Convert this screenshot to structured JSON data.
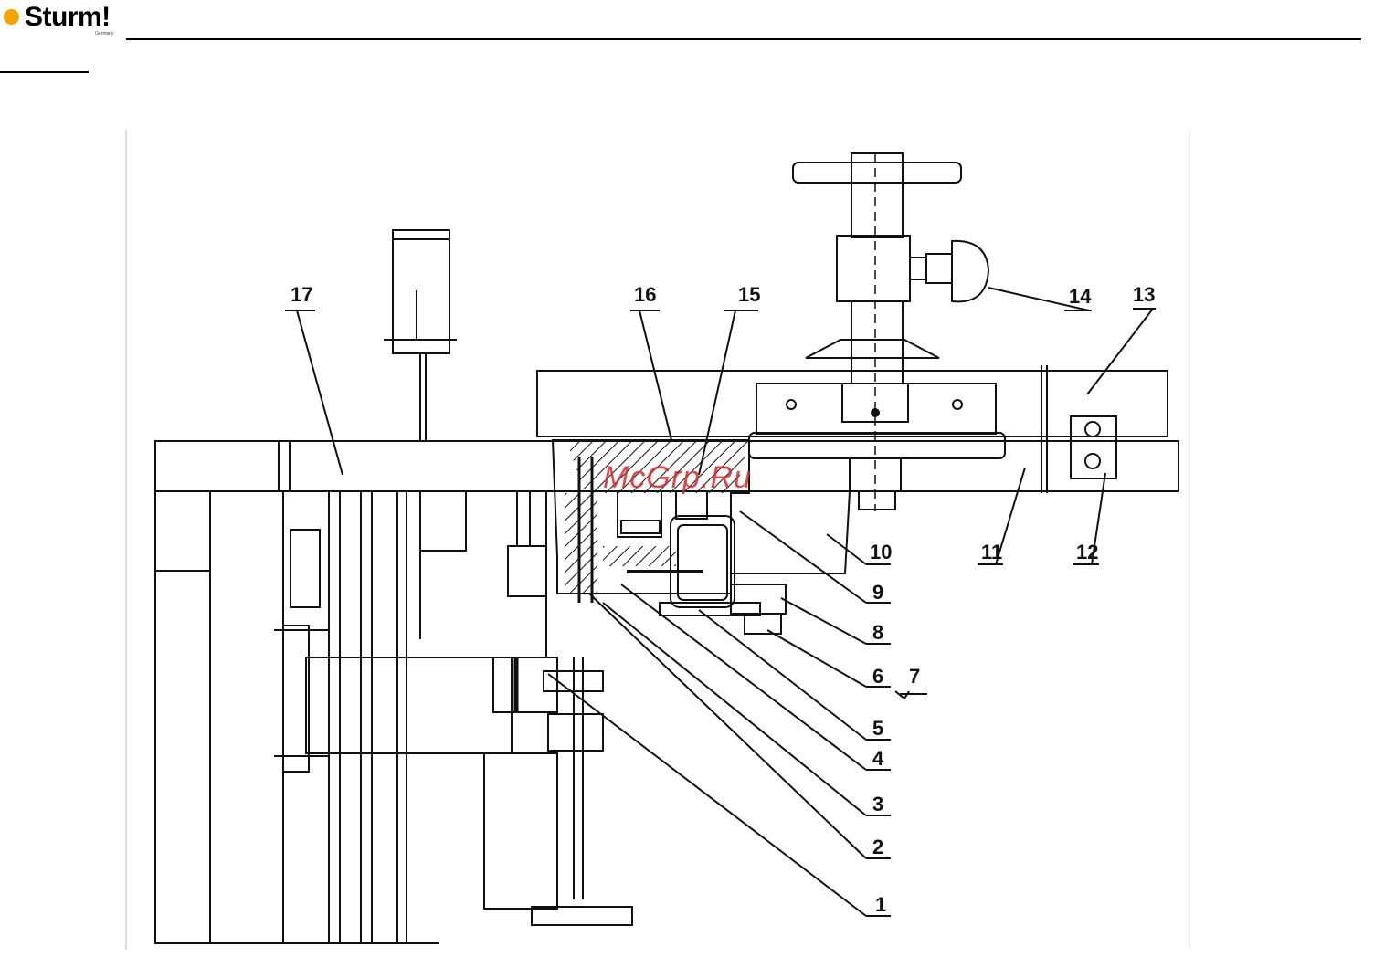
{
  "header": {
    "brand": "Sturm!",
    "brand_sub": "Germany",
    "brand_color": "#f2a400"
  },
  "watermark": "McGrp.Ru",
  "drawing": {
    "callouts": [
      "1",
      "2",
      "3",
      "4",
      "5",
      "6",
      "7",
      "8",
      "9",
      "10",
      "11",
      "12",
      "13",
      "14",
      "15",
      "16",
      "17"
    ]
  }
}
